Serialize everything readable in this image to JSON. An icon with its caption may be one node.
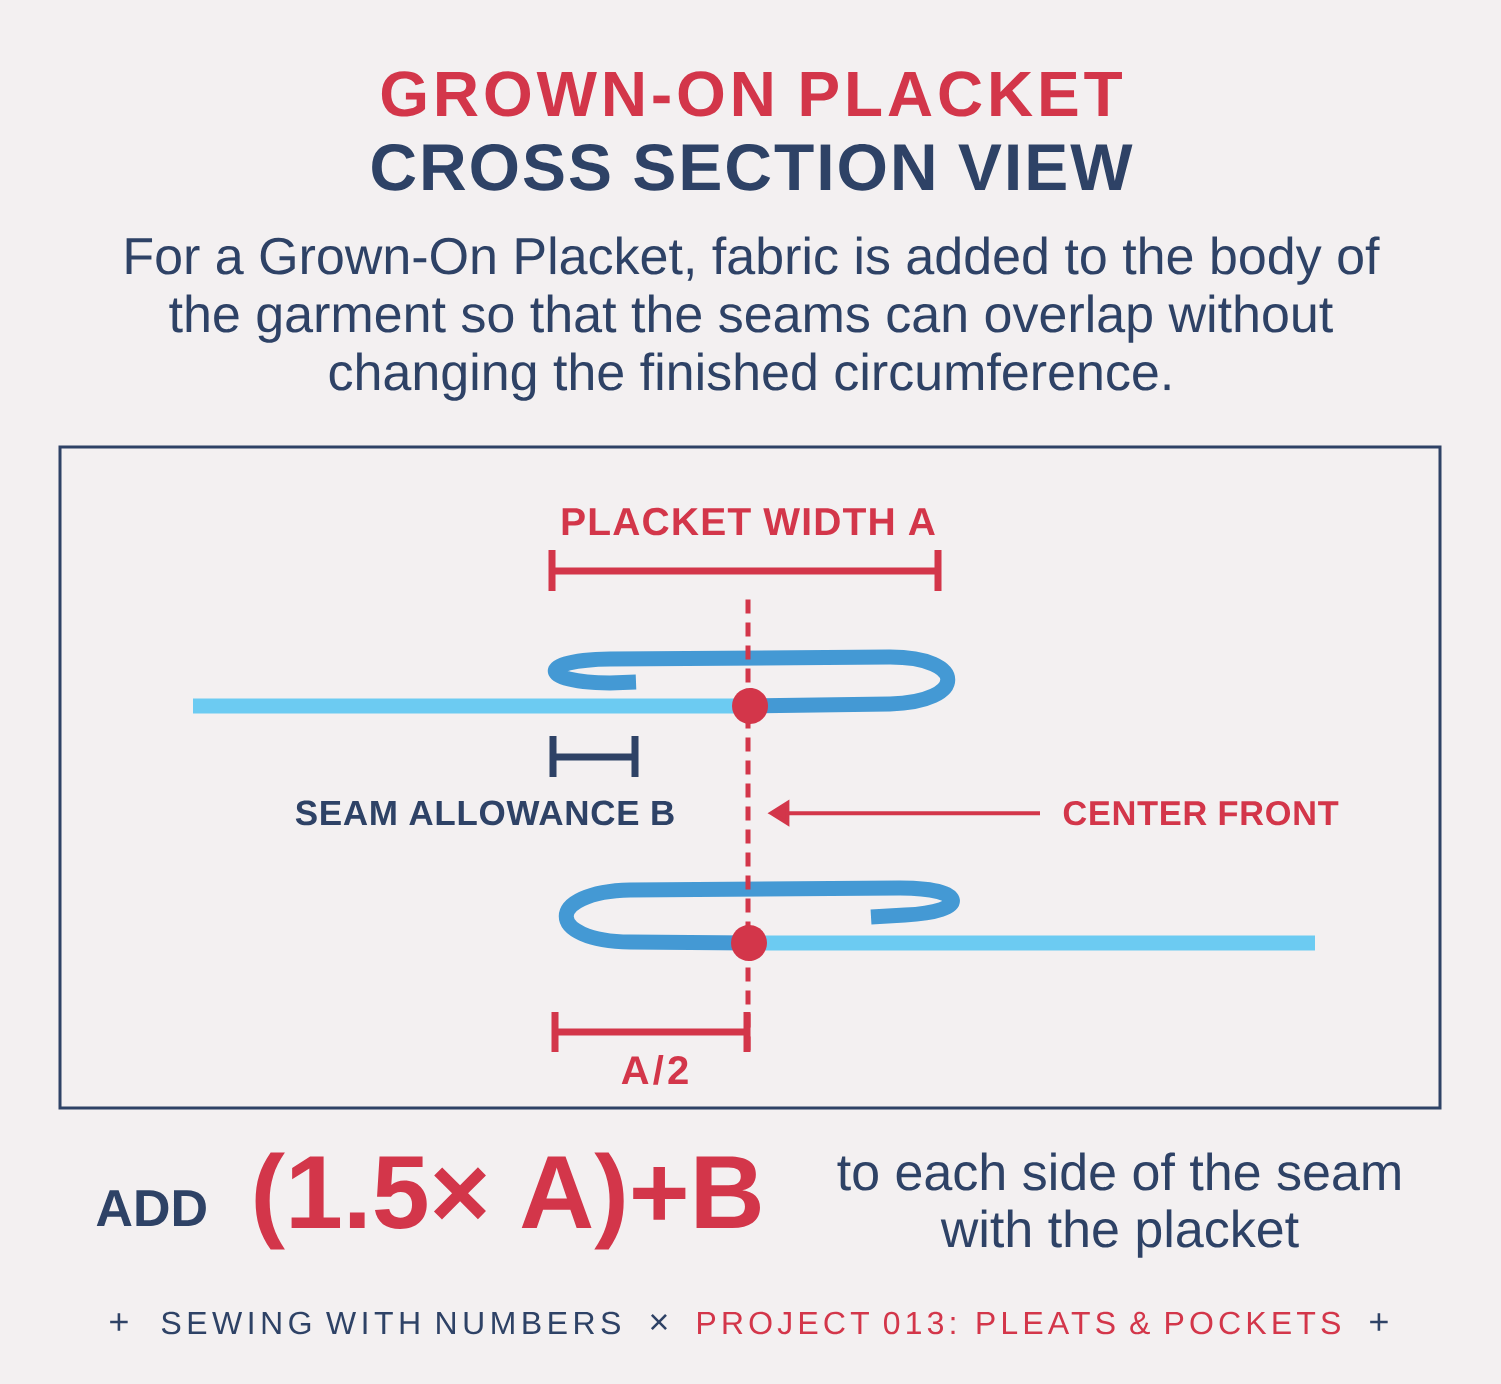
{
  "diagram": {
    "title": "GROWN-ON PLACKET",
    "nodes": [
      {
        "text": [],
        "shape": "line"
      },
      {
        "text": [
          "CENTER FRONT"
        ]
      }
    ],
    "edges": [
      {
        "from": 1,
        "to": 0,
        "arrow": "to"
      }
    ],
    "labels": [
      "CROSS SECTION VIEW",
      "For a Grown-On Placket, fabric is added to the body of the garment so that the seams can overlap without changing the finished circumference.",
      "PLACKET WIDTH A",
      "SEAM ALLOWANCE B",
      "A/2",
      "ADD",
      "(1.5× A)+B",
      "to each side of the seam with the placket",
      "+",
      "SEWING WITH NUMBERS",
      "×",
      "PROJECT 013: PLEATS & POCKETS",
      "+"
    ]
  }
}
